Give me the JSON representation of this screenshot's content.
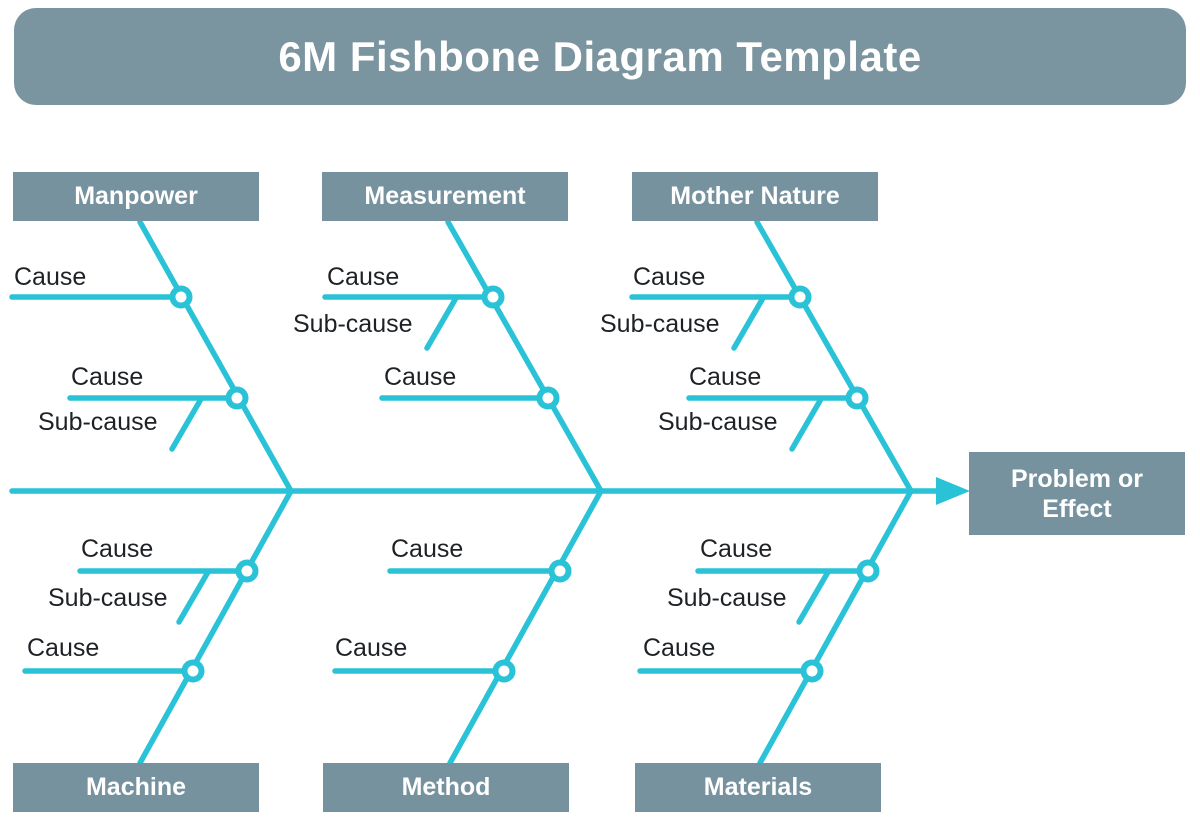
{
  "title": "6M Fishbone Diagram Template",
  "effect": {
    "label": "Problem or Effect",
    "lines": [
      "Problem or",
      "Effect"
    ]
  },
  "branches": [
    {
      "category": "Manpower",
      "position": "top-left",
      "causes": [
        {
          "label": "Cause",
          "sub_causes": []
        },
        {
          "label": "Cause",
          "sub_causes": [
            "Sub-cause"
          ]
        }
      ]
    },
    {
      "category": "Measurement",
      "position": "top-middle",
      "causes": [
        {
          "label": "Cause",
          "sub_causes": [
            "Sub-cause"
          ]
        },
        {
          "label": "Cause",
          "sub_causes": []
        }
      ]
    },
    {
      "category": "Mother Nature",
      "position": "top-right",
      "causes": [
        {
          "label": "Cause",
          "sub_causes": [
            "Sub-cause"
          ]
        },
        {
          "label": "Cause",
          "sub_causes": [
            "Sub-cause"
          ]
        }
      ]
    },
    {
      "category": "Machine",
      "position": "bottom-left",
      "causes": [
        {
          "label": "Cause",
          "sub_causes": [
            "Sub-cause"
          ]
        },
        {
          "label": "Cause",
          "sub_causes": []
        }
      ]
    },
    {
      "category": "Method",
      "position": "bottom-middle",
      "causes": [
        {
          "label": "Cause",
          "sub_causes": []
        },
        {
          "label": "Cause",
          "sub_causes": []
        }
      ]
    },
    {
      "category": "Materials",
      "position": "bottom-right",
      "causes": [
        {
          "label": "Cause",
          "sub_causes": [
            "Sub-cause"
          ]
        },
        {
          "label": "Cause",
          "sub_causes": []
        }
      ]
    }
  ],
  "colors": {
    "line": "#29C2D6",
    "box_bg": "#76929F",
    "title_bg": "#7B95A0",
    "box_text": "#FFFFFF",
    "label_text": "#1E2226",
    "page_bg": "#FFFFFF"
  }
}
